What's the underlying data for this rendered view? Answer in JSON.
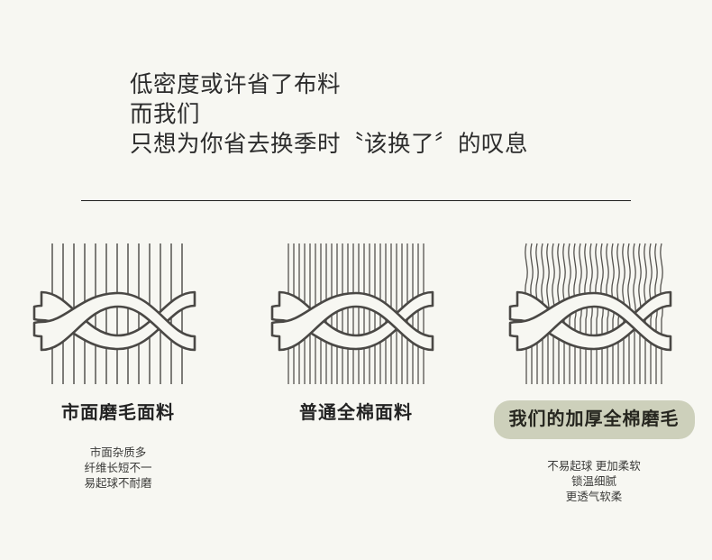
{
  "headline": {
    "lines": [
      "低密度或许省了布料",
      "而我们",
      "只想为你省去换季时〝该换了〞的叹息"
    ]
  },
  "divider": {
    "present": true
  },
  "colors": {
    "background": "#f7f7f2",
    "text_dark": "#2c2c2c",
    "rule": "#20201e",
    "pill_background": "#cdd0bb",
    "line_stroke": "#55534f",
    "ribbon_stroke": "#4a4845",
    "ribbon_fill": "#f7f7f2"
  },
  "columns": [
    {
      "id": "market-brushed-fabric",
      "label": "市面磨毛面料",
      "highlighted": false,
      "diagram": {
        "icon": "woven-fabric-sparse-straight-icon",
        "warp_style": "straight",
        "warp_count": 13,
        "warp_density": "sparse"
      },
      "sub_lines": [
        "市面杂质多",
        "纤维长短不一",
        "易起球不耐磨"
      ]
    },
    {
      "id": "ordinary-cotton-fabric",
      "label": "普通全棉面料",
      "highlighted": false,
      "diagram": {
        "icon": "woven-fabric-dense-straight-icon",
        "warp_style": "straight",
        "warp_count": 26,
        "warp_density": "dense"
      },
      "sub_lines": []
    },
    {
      "id": "our-thick-cotton-brushed",
      "label": "我们的加厚全棉磨毛",
      "highlighted": true,
      "diagram": {
        "icon": "woven-fabric-crimped-brushed-icon",
        "warp_style": "crimped-wavy",
        "warp_count": 26,
        "warp_density": "dense"
      },
      "sub_lines": [
        "不易起球 更加柔软",
        "锁温细腻",
        "更透气软柔"
      ]
    }
  ]
}
